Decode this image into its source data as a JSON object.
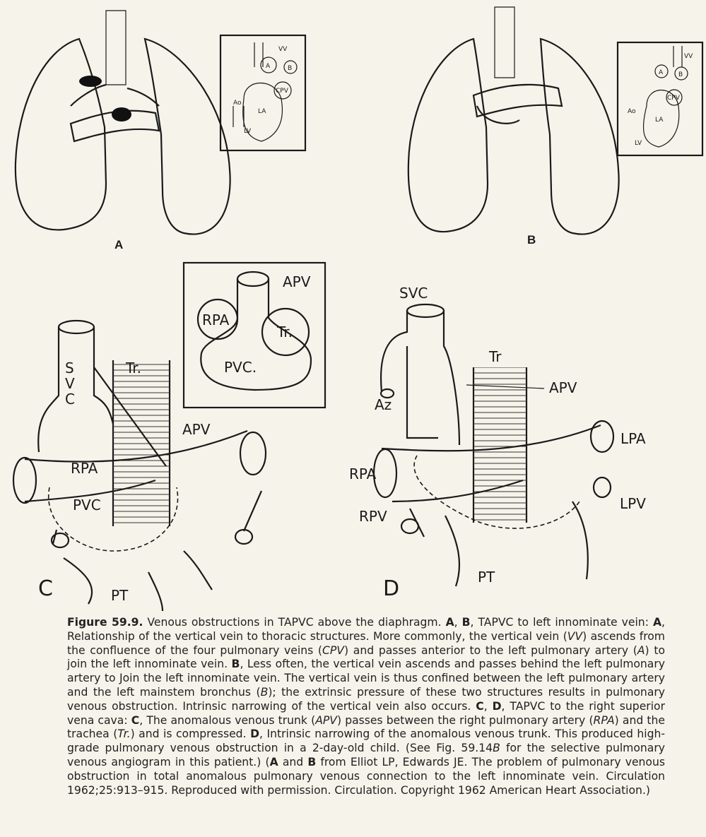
{
  "figure": {
    "panels": {
      "A": {
        "letter": "A",
        "inset_labels": {
          "vv": "VV",
          "a": "A",
          "b": "B",
          "cpv": "CPV",
          "ao": "Ao",
          "la": "LA",
          "lv": "LV"
        }
      },
      "B": {
        "letter": "B",
        "inset_labels": {
          "vv": "VV",
          "a": "A",
          "b": "B",
          "cpv": "CPV",
          "ao": "Ao",
          "la": "LA",
          "lv": "LV"
        }
      },
      "C": {
        "letter": "C",
        "labels": {
          "svc": "SVC",
          "tr": "Tr.",
          "apv": "APV",
          "rpa": "RPA",
          "pvc": "PVC",
          "pt": "PT"
        },
        "inset_labels": {
          "apv": "APV",
          "rpa": "RPA",
          "tr": "Tr.",
          "pvc": "PVC."
        }
      },
      "D": {
        "letter": "D",
        "labels": {
          "svc": "SVC",
          "tr": "Tr",
          "apv": "APV",
          "az": "Az",
          "lpa": "LPA",
          "rpa": "RPA",
          "lpv": "LPV",
          "rpv": "RPV",
          "pt": "PT"
        }
      }
    },
    "caption": {
      "figure_number": "Figure 59.9.",
      "text_1": " Venous obstructions in TAPVC above the diaphragm. ",
      "ab": "A",
      "sep1": ", ",
      "bb": "B",
      "text_2": ", TAPVC to left innominate vein: ",
      "a2": "A",
      "text_3": ", Relationship of the vertical vein to thoracic structures. More commonly, the vertical vein (",
      "vv": "VV",
      "text_4": ") ascends from the confluence of the four pulmonary veins (",
      "cpv": "CPV",
      "text_5": ") and passes anterior to the left pulmonary artery (",
      "a_italic": "A",
      "text_6": ") to join the left innominate vein. ",
      "b2": "B",
      "text_7": ", Less often, the vertical vein ascends and passes behind the left pulmonary artery to Join the left innominate vein. The vertical vein is thus confined between the left pulmonary artery and the left mainstem bronchus (",
      "b_italic": "B",
      "text_8": "); the extrinsic pressure of these two structures results in pulmonary venous obstruction. Intrinsic narrowing of the vertical vein also occurs. ",
      "c1": "C",
      "sep2": ", ",
      "d1": "D",
      "text_9": ", TAPVC to the right superior vena cava: ",
      "c2": "C",
      "text_10": ", The anomalous venous trunk (",
      "apv": "APV",
      "text_11": ") passes between the right pulmonary artery (",
      "rpa": "RPA",
      "text_12": ") and the trachea (",
      "tr": "Tr.",
      "text_13": ") and is compressed. ",
      "d2": "D",
      "text_14": ", Intrinsic narrowing of the anomalous venous trunk. This produced high-grade pulmonary venous obstruction in a 2-day-old child. (See Fig. 59.14",
      "b_fig": "B",
      "text_15": " for the selective pulmonary venous angiogram in this patient.) (",
      "a3": "A",
      "and": " and ",
      "b3": "B",
      "text_16": " from Elliot LP, Edwards JE. The problem of pulmonary venous obstruction in total anomalous pulmonary venous connection to the left innominate vein. Circulation 1962;25:913–915. Reproduced with permission. Circulation. Copyright 1962 American Heart Association.)"
    }
  }
}
